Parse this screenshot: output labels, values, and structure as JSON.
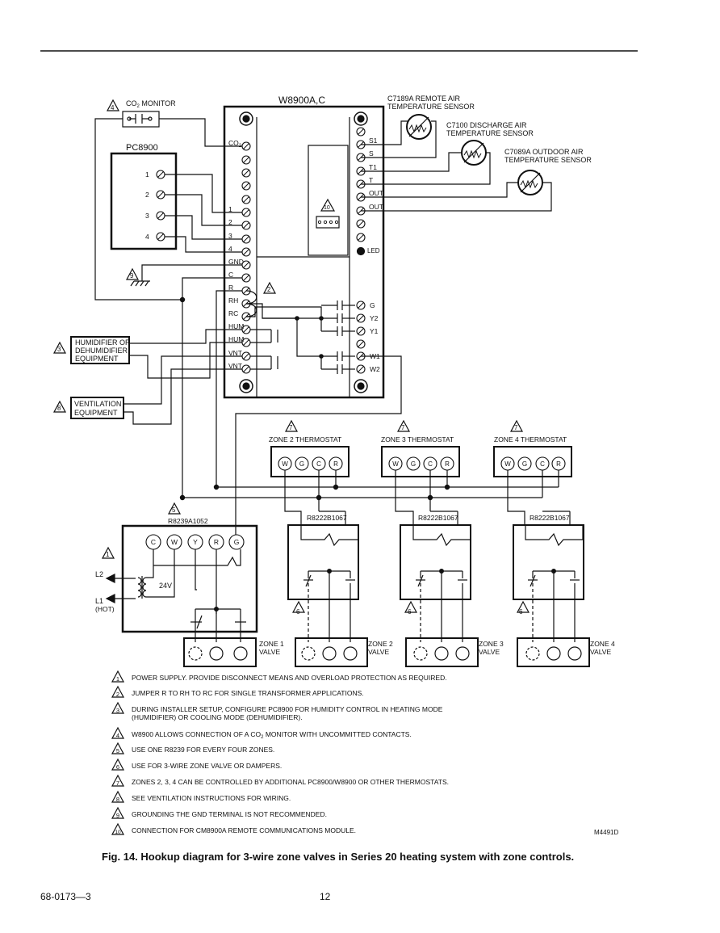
{
  "controller": {
    "title": "W8900A,C",
    "left_terminals": [
      "CO2",
      "",
      "",
      "",
      "",
      "",
      "",
      "1",
      "2",
      "3",
      "4",
      "GND",
      "C",
      "R",
      "RH",
      "RC",
      "HUM",
      "HUM",
      "VNT",
      "VNT"
    ],
    "right_terminals_top": [
      "S1",
      "S",
      "T1",
      "T",
      "OUT",
      "OUT"
    ],
    "led_label": "LED",
    "right_terminals_bottom": [
      "G",
      "Y2",
      "Y1",
      "",
      "W1",
      "W2"
    ]
  },
  "co2_monitor": {
    "prefix": "CO",
    "sub": "2",
    "suffix": " MONITOR",
    "note": "4"
  },
  "pc8900": {
    "title": "PC8900",
    "terminals": [
      "1",
      "2",
      "3",
      "4"
    ]
  },
  "sensors": [
    {
      "line1": "C7189A REMOTE AIR",
      "line2": "TEMPERATURE SENSOR"
    },
    {
      "line1": "C7100 DISCHARGE AIR",
      "line2": "TEMPERATURE SENSOR"
    },
    {
      "line1": "C7089A OUTDOOR AIR",
      "line2": "TEMPERATURE SENSOR"
    }
  ],
  "humidifier": {
    "lines": [
      "HUMIDIFIER OR",
      "DEHUMIDIFIER",
      "EQUIPMENT"
    ],
    "note": "3"
  },
  "ventilation": {
    "lines": [
      "VENTILATION",
      "EQUIPMENT"
    ],
    "note": "8"
  },
  "ground_note": "9",
  "jumper_note": "2",
  "comm_note": "10",
  "thermostats": [
    {
      "label": "ZONE 2 THERMOSTAT",
      "note": "7"
    },
    {
      "label": "ZONE 3 THERMOSTAT",
      "note": "7"
    },
    {
      "label": "ZONE 4 THERMOSTAT",
      "note": "7"
    }
  ],
  "thermostat_terminals": [
    "W",
    "G",
    "C",
    "R"
  ],
  "r8239": {
    "label": "R8239A1052",
    "note": "5",
    "terminals": [
      "C",
      "W",
      "Y",
      "R",
      "G"
    ],
    "voltage": "24V"
  },
  "power": {
    "note": "1",
    "l2": "L2",
    "l1": "L1",
    "hot": "(HOT)"
  },
  "relays": [
    "R8222B1067",
    "R8222B1067",
    "R8222B1067"
  ],
  "valve_note": "6",
  "zones": [
    {
      "line1": "ZONE 1",
      "line2": "VALVE"
    },
    {
      "line1": "ZONE 2",
      "line2": "VALVE"
    },
    {
      "line1": "ZONE 3",
      "line2": "VALVE"
    },
    {
      "line1": "ZONE 4",
      "line2": "VALVE"
    }
  ],
  "notes": [
    {
      "num": "1",
      "text": "POWER SUPPLY. PROVIDE DISCONNECT MEANS AND OVERLOAD PROTECTION AS REQUIRED."
    },
    {
      "num": "2",
      "text": "JUMPER R TO RH TO RC FOR SINGLE TRANSFORMER APPLICATIONS."
    },
    {
      "num": "3",
      "text": "DURING INSTALLER SETUP, CONFIGURE PC8900 FOR HUMIDITY CONTROL IN HEATING MODE",
      "text2": "(HUMIDIFIER) OR COOLING MODE (DEHUMIDIFIER)."
    },
    {
      "num": "4",
      "text": "W8900 ALLOWS CONNECTION OF A CO",
      "sub": "2",
      "text_after": " MONITOR WITH UNCOMMITTED CONTACTS."
    },
    {
      "num": "5",
      "text": "USE ONE R8239 FOR EVERY FOUR ZONES."
    },
    {
      "num": "6",
      "text": "USE FOR 3-WIRE ZONE VALVE OR DAMPERS."
    },
    {
      "num": "7",
      "text": "ZONES 2, 3, 4 CAN BE CONTROLLED BY ADDITIONAL PC8900/W8900 OR OTHER THERMOSTATS."
    },
    {
      "num": "8",
      "text": "SEE VENTILATION INSTRUCTIONS FOR WIRING."
    },
    {
      "num": "9",
      "text": "GROUNDING THE GND TERMINAL IS NOT RECOMMENDED."
    },
    {
      "num": "10",
      "text": "CONNECTION FOR CM8900A REMOTE COMMUNICATIONS MODULE."
    }
  ],
  "figure_code": "M4491D",
  "caption": "Fig. 14. Hookup diagram for 3-wire zone valves in Series 20 heating system with zone controls.",
  "footer": {
    "doc_number": "68-0173—3",
    "page": "12"
  }
}
